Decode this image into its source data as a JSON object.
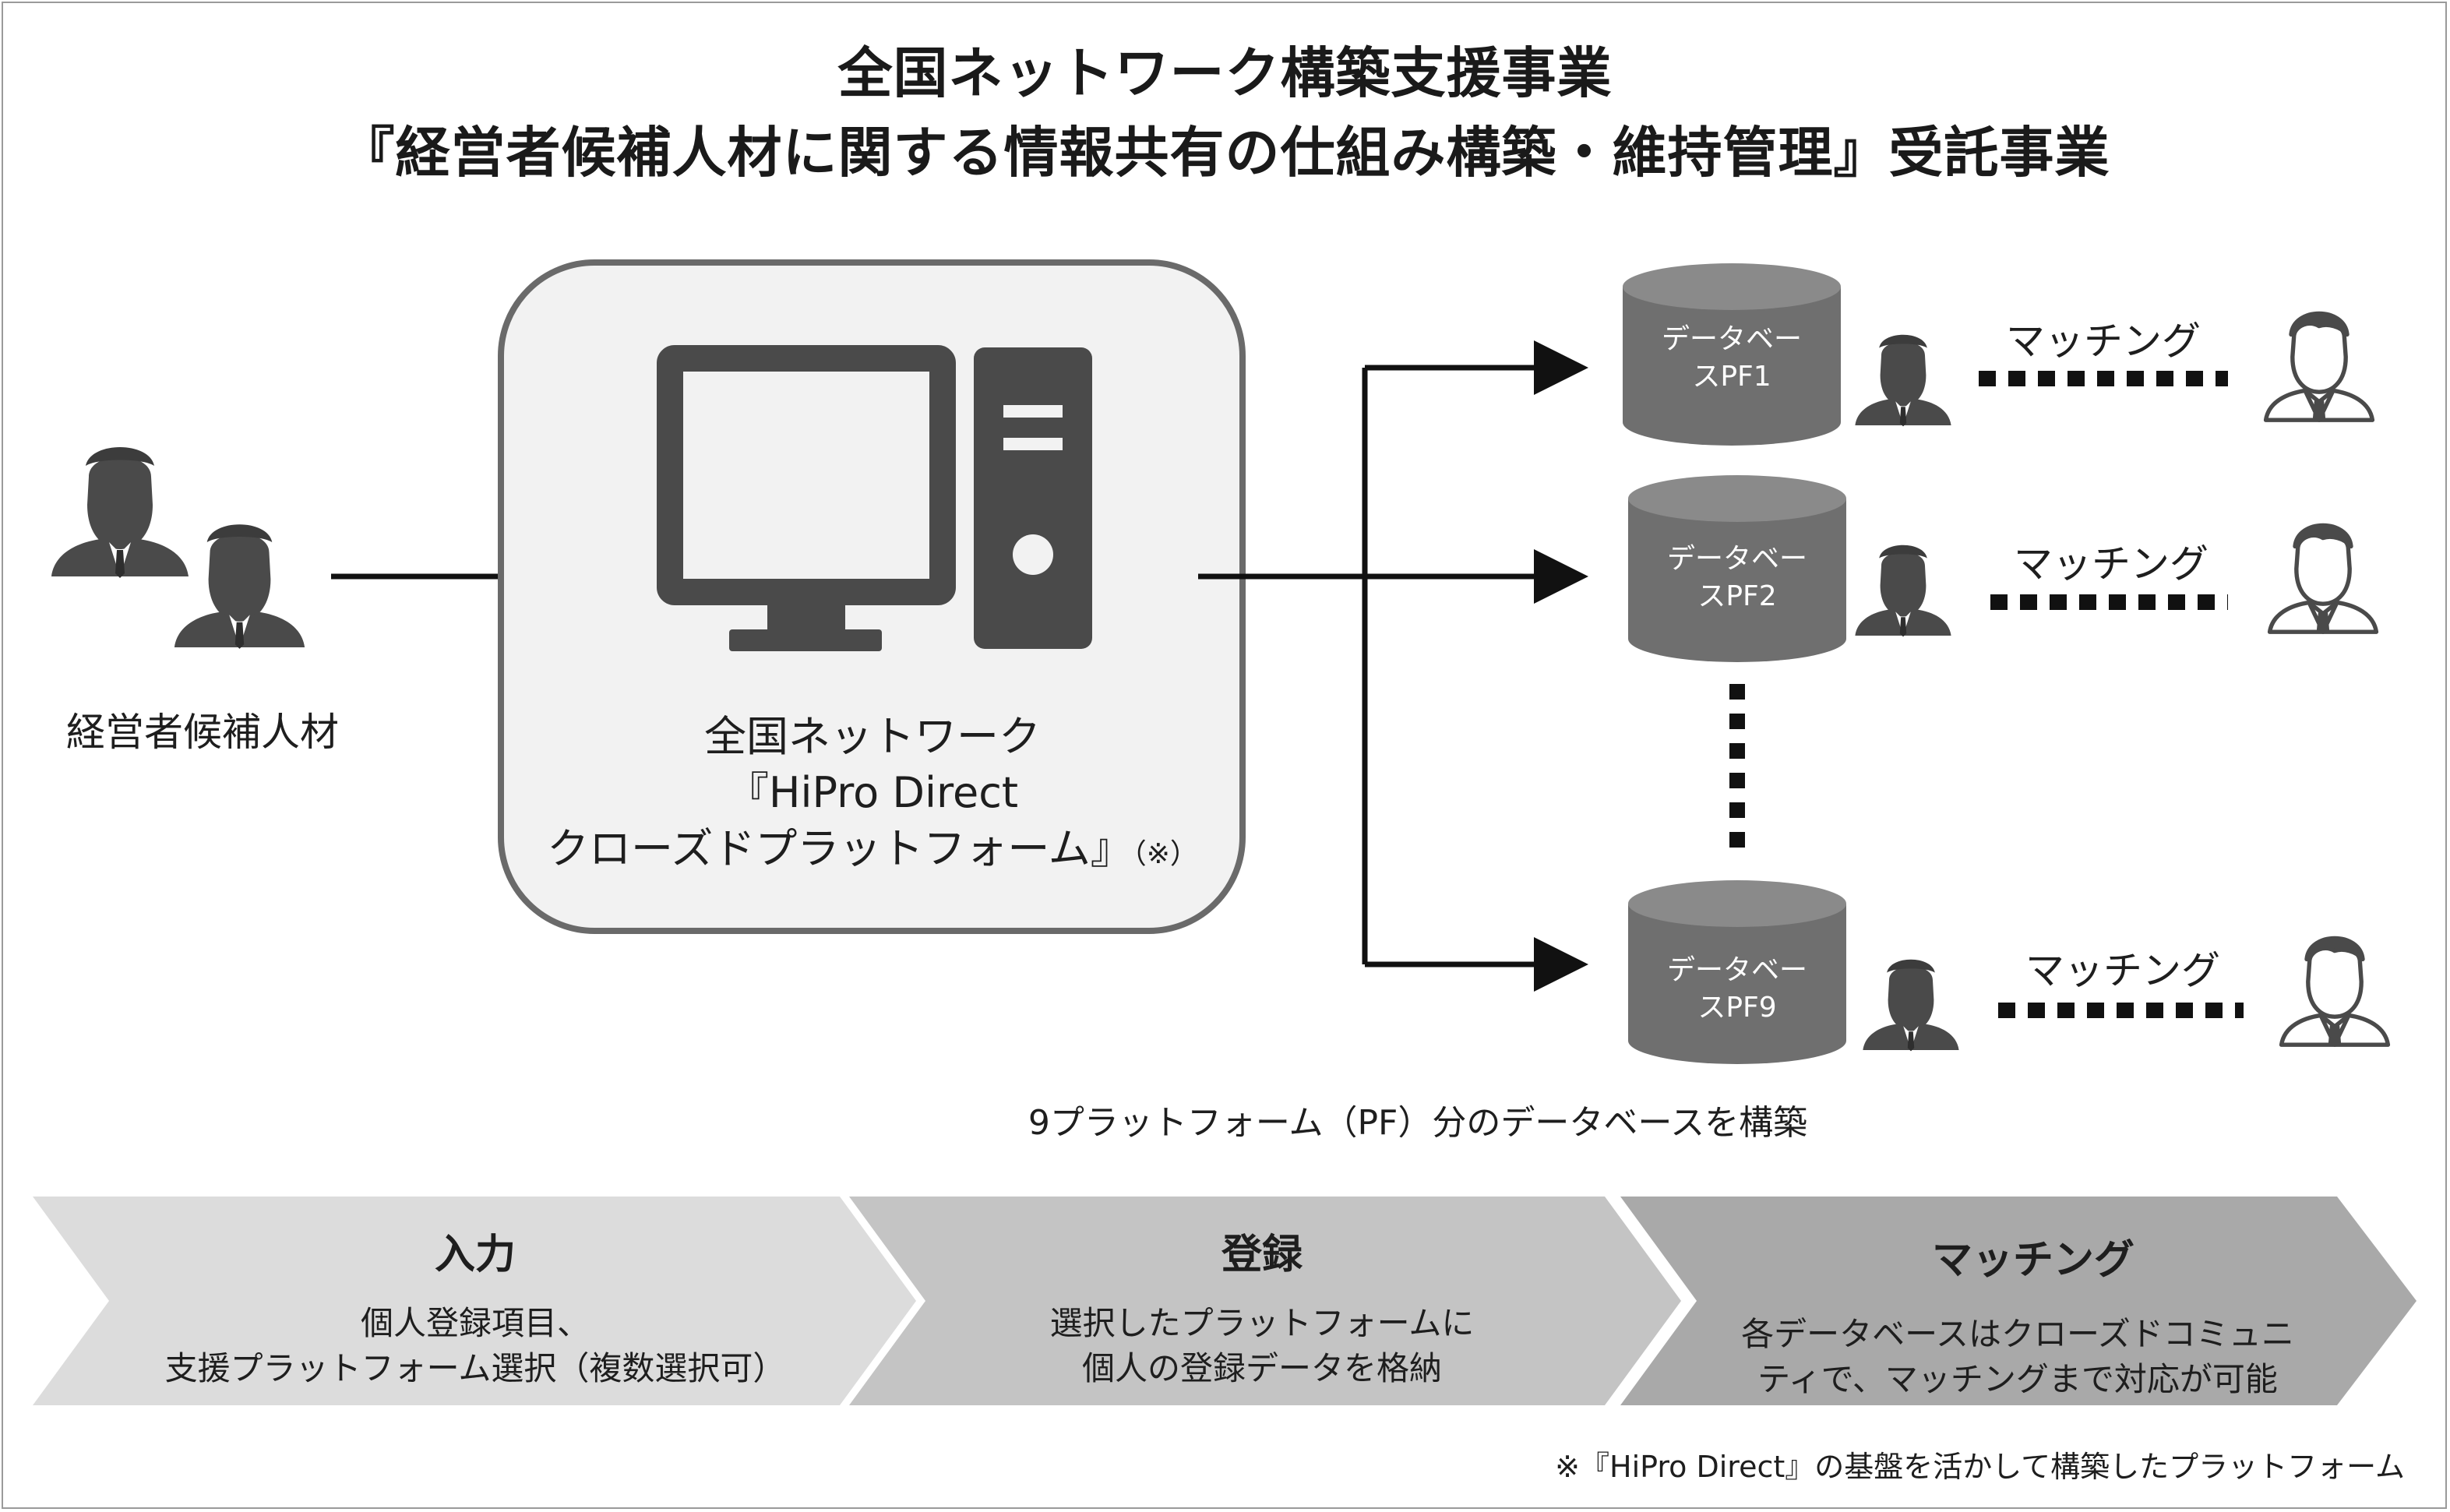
{
  "title": {
    "line1": "全国ネットワーク構築支援事業",
    "line2": "『経営者候補人材に関する情報共有の仕組み構築・維持管理』受託事業"
  },
  "candidates": {
    "label": "経営者候補人材"
  },
  "platform": {
    "line1": "全国ネットワーク",
    "line2": "『HiPro Direct",
    "line3": "クローズドプラットフォーム』",
    "note": "（※）"
  },
  "databases": [
    {
      "line1": "データベー",
      "line2": "スPF1",
      "match_label": "マッチング"
    },
    {
      "line1": "データベー",
      "line2": "スPF2",
      "match_label": "マッチング"
    },
    {
      "line1": "データベー",
      "line2": "スPF9",
      "match_label": "マッチング"
    }
  ],
  "pf_caption": "9プラットフォーム（PF）分のデータベースを構築",
  "steps": [
    {
      "title": "入力",
      "desc1": "個人登録項目、",
      "desc2": "支援プラットフォーム選択（複数選択可）",
      "color": "#dcdcdc"
    },
    {
      "title": "登録",
      "desc1": "選択したプラットフォームに",
      "desc2": "個人の登録データを格納",
      "color": "#c4c4c4"
    },
    {
      "title": "マッチング",
      "desc1": "各データベースはクローズドコミュニ",
      "desc2": "ティで、マッチングまで対応が可能",
      "color": "#a9a9a9"
    }
  ],
  "footnote": "※『HiPro Direct』の基盤を活かして構築したプラットフォーム",
  "colors": {
    "icon_dark": "#4a4a4a",
    "cylinder": "#6f6f6f",
    "platform_box_fill": "#f2f2f2",
    "platform_box_border": "#6a6a6a"
  }
}
